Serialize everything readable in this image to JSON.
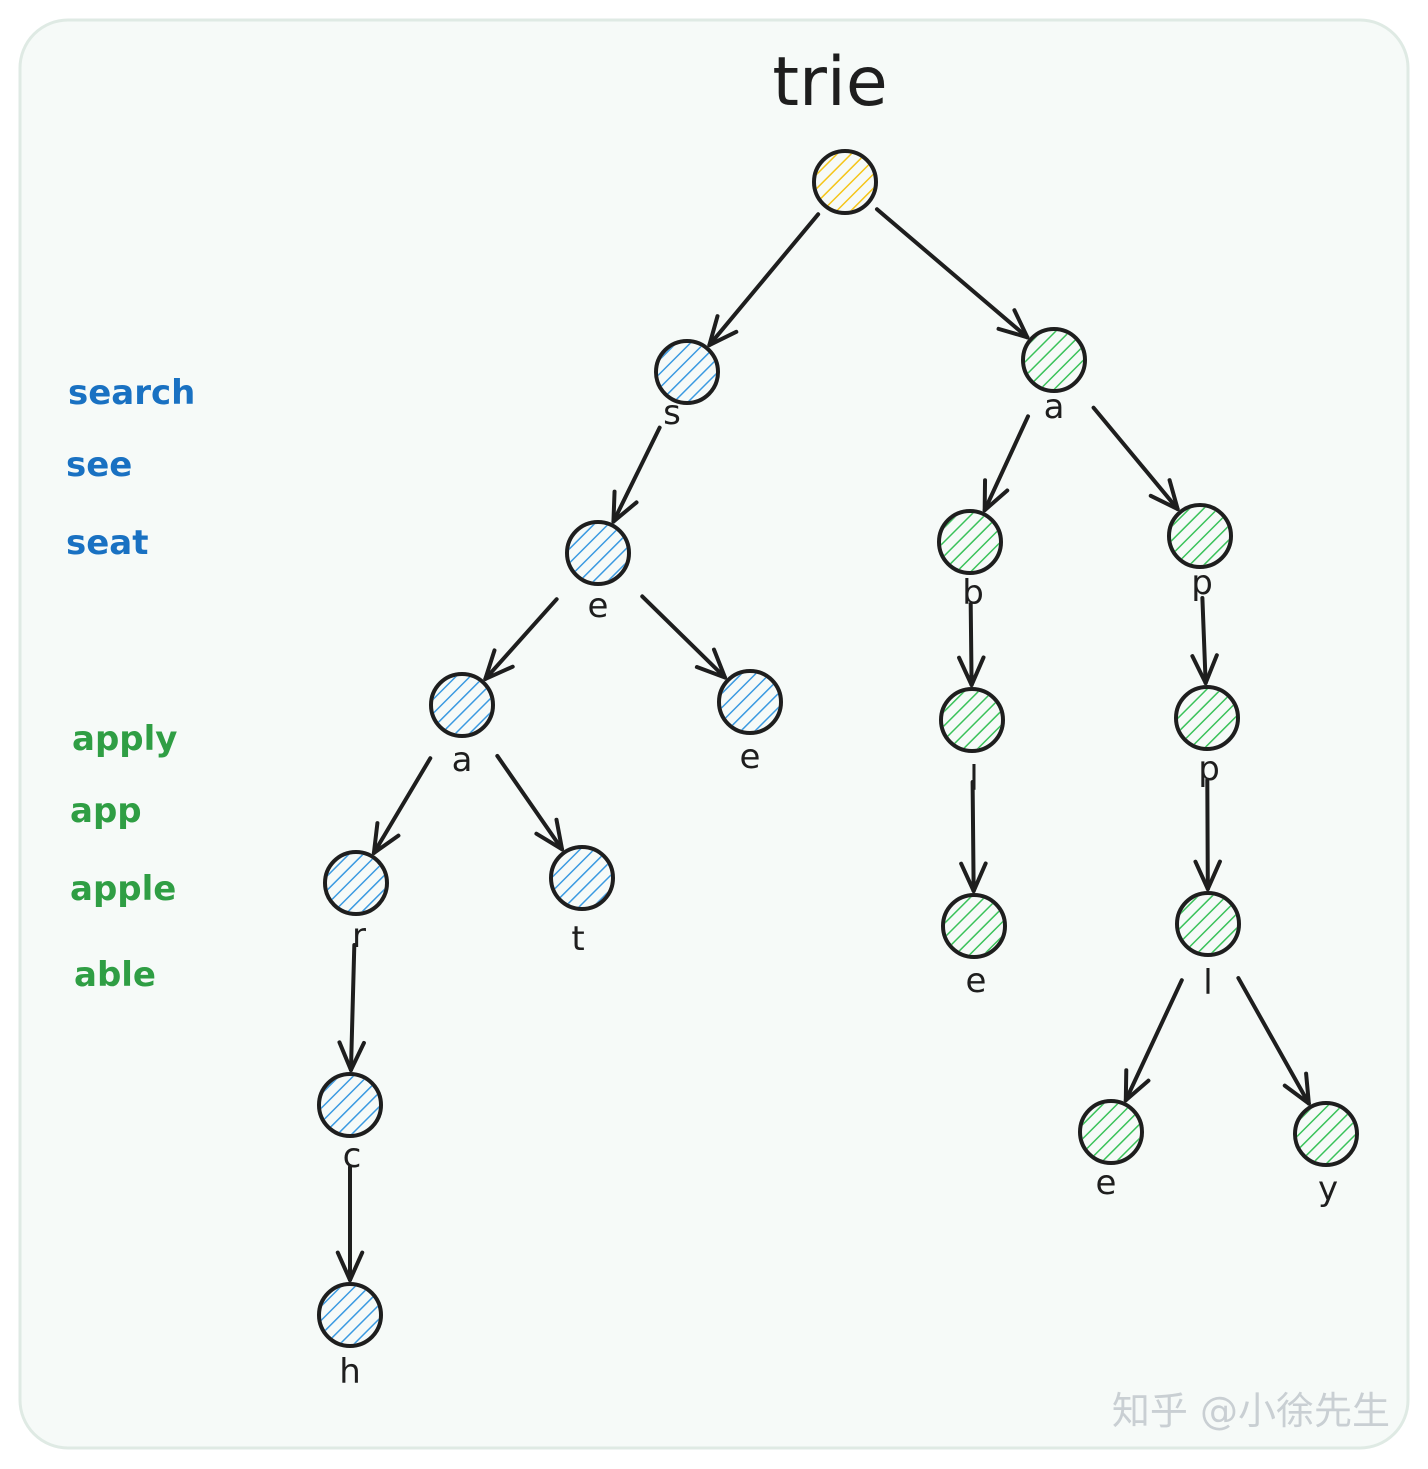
{
  "title": "trie",
  "colors": {
    "root": "#f5c518",
    "blue": "#3b9ae1",
    "green": "#3ac25a",
    "ink": "#1e1e1e"
  },
  "words_blue": [
    "search",
    "see",
    "seat"
  ],
  "words_green": [
    "apply",
    "app",
    "apple",
    "able"
  ],
  "nodes": [
    {
      "id": "root",
      "label": "",
      "color": "root"
    },
    {
      "id": "s",
      "label": "s",
      "color": "blue"
    },
    {
      "id": "se",
      "label": "e",
      "color": "blue"
    },
    {
      "id": "sea",
      "label": "a",
      "color": "blue"
    },
    {
      "id": "see",
      "label": "e",
      "color": "blue"
    },
    {
      "id": "sear",
      "label": "r",
      "color": "blue"
    },
    {
      "id": "seat",
      "label": "t",
      "color": "blue"
    },
    {
      "id": "searc",
      "label": "c",
      "color": "blue"
    },
    {
      "id": "search",
      "label": "h",
      "color": "blue"
    },
    {
      "id": "a",
      "label": "a",
      "color": "green"
    },
    {
      "id": "ab",
      "label": "b",
      "color": "green"
    },
    {
      "id": "ap",
      "label": "p",
      "color": "green"
    },
    {
      "id": "abl",
      "label": "l",
      "color": "green"
    },
    {
      "id": "able",
      "label": "e",
      "color": "green"
    },
    {
      "id": "app",
      "label": "p",
      "color": "green"
    },
    {
      "id": "appl",
      "label": "l",
      "color": "green"
    },
    {
      "id": "apple",
      "label": "e",
      "color": "green"
    },
    {
      "id": "apply",
      "label": "y",
      "color": "green"
    }
  ],
  "edges": [
    [
      "root",
      "s"
    ],
    [
      "root",
      "a"
    ],
    [
      "s",
      "se"
    ],
    [
      "se",
      "sea"
    ],
    [
      "se",
      "see"
    ],
    [
      "sea",
      "sear"
    ],
    [
      "sea",
      "seat"
    ],
    [
      "sear",
      "searc"
    ],
    [
      "searc",
      "search"
    ],
    [
      "a",
      "ab"
    ],
    [
      "a",
      "ap"
    ],
    [
      "ab",
      "abl"
    ],
    [
      "abl",
      "able"
    ],
    [
      "ap",
      "app"
    ],
    [
      "app",
      "appl"
    ],
    [
      "appl",
      "apple"
    ],
    [
      "appl",
      "apply"
    ]
  ],
  "watermark": "知乎 @小徐先生"
}
